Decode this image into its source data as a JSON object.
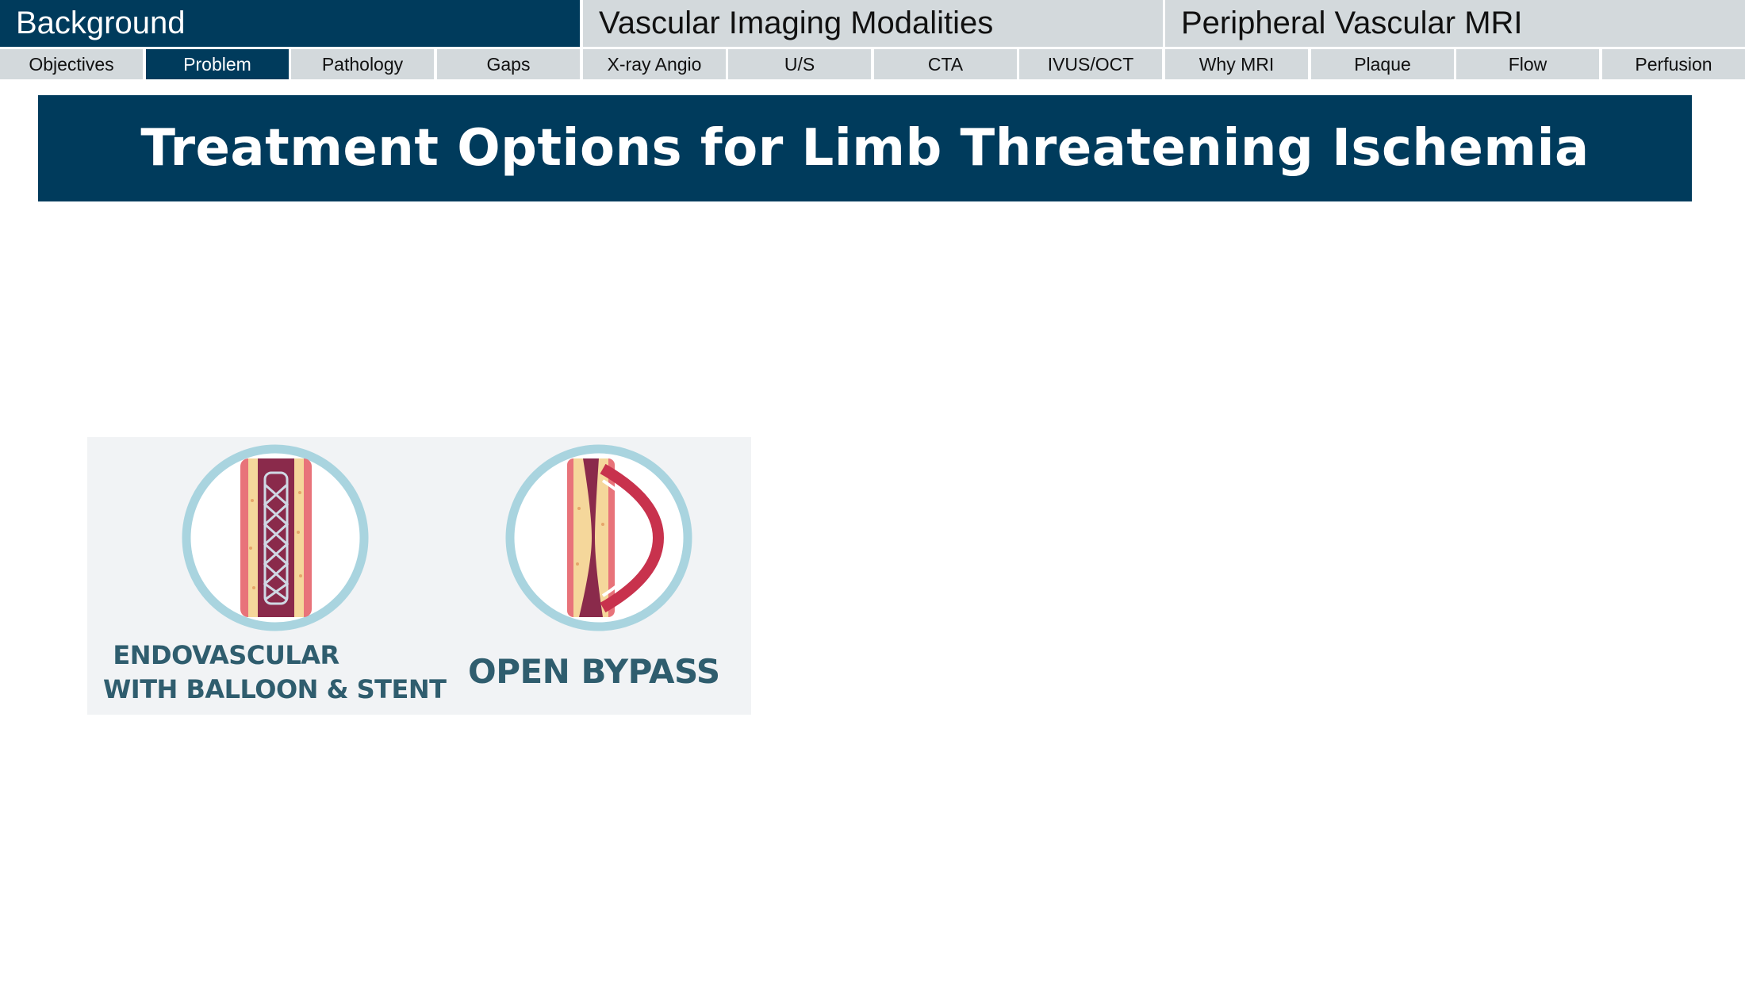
{
  "sections": [
    {
      "label": "Background",
      "active": true
    },
    {
      "label": "Vascular Imaging Modalities",
      "active": false
    },
    {
      "label": "Peripheral Vascular MRI",
      "active": false
    }
  ],
  "tabs": [
    {
      "label": "Objectives",
      "active": false
    },
    {
      "label": "Problem",
      "active": true
    },
    {
      "label": "Pathology",
      "active": false
    },
    {
      "label": "Gaps",
      "active": false
    },
    {
      "label": "X-ray Angio",
      "active": false
    },
    {
      "label": "U/S",
      "active": false
    },
    {
      "label": "CTA",
      "active": false
    },
    {
      "label": "IVUS/OCT",
      "active": false
    },
    {
      "label": "Why MRI",
      "active": false
    },
    {
      "label": "Plaque",
      "active": false
    },
    {
      "label": "Flow",
      "active": false
    },
    {
      "label": "Perfusion",
      "active": false
    }
  ],
  "slide": {
    "title": "Treatment Options for Limb Threatening Ischemia"
  },
  "illustration": {
    "endovascular_line1": "ENDOVASCULAR",
    "endovascular_line2": "WITH BALLOON & STENT",
    "bypass_label": "OPEN BYPASS",
    "endovascular_icon": "stented-artery-icon",
    "bypass_icon": "bypass-artery-icon"
  },
  "colors": {
    "nav_active": "#003b5c",
    "nav_inactive": "#d3d9dc",
    "caption": "#2f5d6e",
    "ring": "#a9d4df",
    "vessel_wall": "#e8737a",
    "plaque": "#f5d79b",
    "lumen": "#8a2a4b"
  }
}
